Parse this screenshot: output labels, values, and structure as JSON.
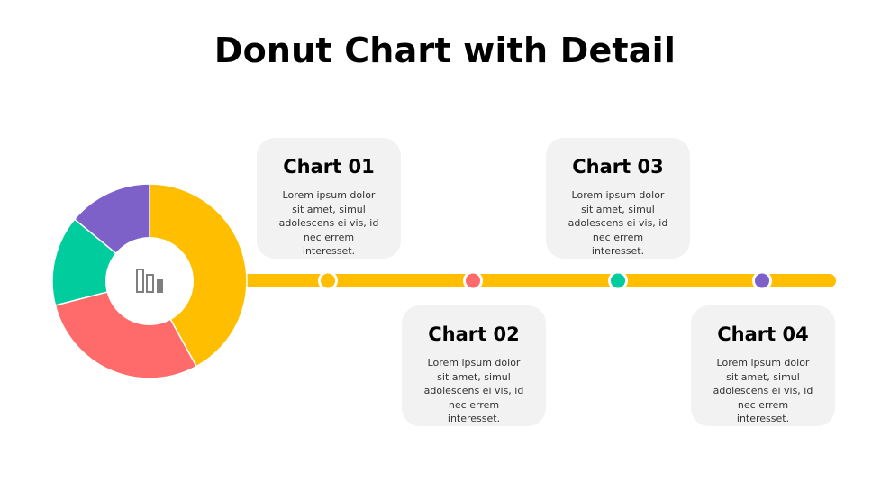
{
  "title": "Donut Chart with Detail",
  "colors": {
    "yellow": "#FFBE00",
    "coral": "#FF6B6B",
    "teal": "#00CC9E",
    "purple": "#7E60C9",
    "card_bg": "#F2F2F2"
  },
  "chart_data": {
    "type": "pie",
    "donut": true,
    "title": "",
    "categories": [
      "Chart 01",
      "Chart 02",
      "Chart 03",
      "Chart 04"
    ],
    "values": [
      42,
      29,
      15,
      14
    ],
    "colors": [
      "#FFBE00",
      "#FF6B6B",
      "#00CC9E",
      "#7E60C9"
    ],
    "center_icon": "bar-chart-icon"
  },
  "cards": [
    {
      "title": "Chart 01",
      "body": "Lorem ipsum dolor sit amet, simul adolescens ei vis, id nec errem interesset.",
      "color": "#FFBE00"
    },
    {
      "title": "Chart 02",
      "body": "Lorem ipsum dolor sit amet, simul adolescens ei vis, id nec errem interesset.",
      "color": "#FF6B6B"
    },
    {
      "title": "Chart 03",
      "body": "Lorem ipsum dolor sit amet, simul adolescens ei vis, id nec errem interesset.",
      "color": "#00CC9E"
    },
    {
      "title": "Chart 04",
      "body": "Lorem ipsum dolor sit amet, simul adolescens ei vis, id nec errem interesset.",
      "color": "#7E60C9"
    }
  ]
}
